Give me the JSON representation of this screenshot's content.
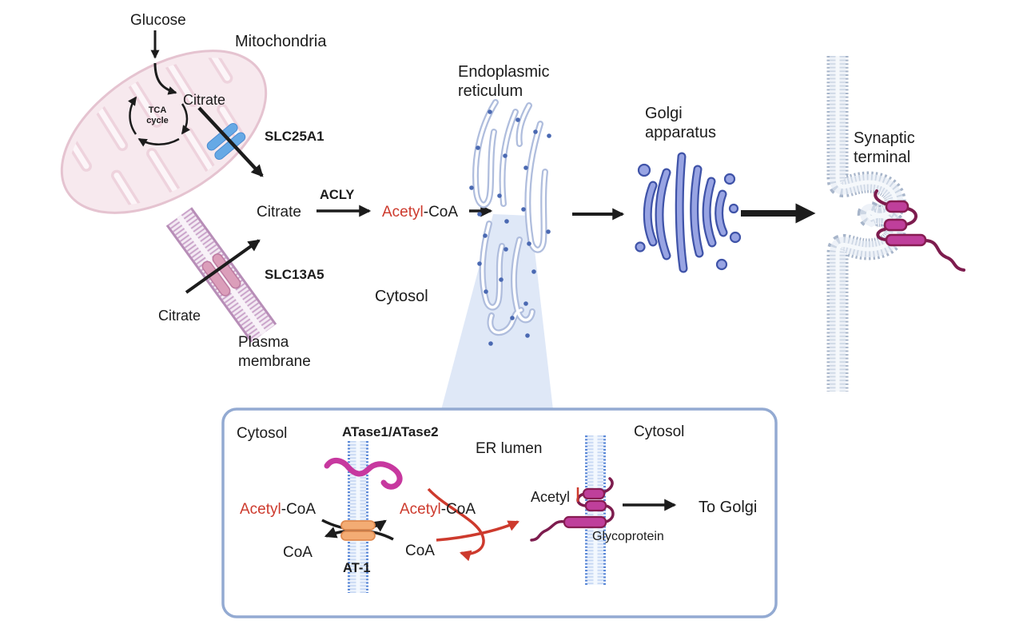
{
  "diagram": {
    "labels": {
      "glucose": "Glucose",
      "mitochondria": "Mitochondria",
      "tca_line1": "TCA",
      "tca_line2": "cycle",
      "citrate_mito": "Citrate",
      "slc25a1": "SLC25A1",
      "citrate_cytosol": "Citrate",
      "acly": "ACLY",
      "acetyl": "Acetyl",
      "coa_suffix": "-CoA",
      "cytosol": "Cytosol",
      "slc13a5": "SLC13A5",
      "citrate_plasma": "Citrate",
      "plasma_line1": "Plasma",
      "plasma_line2": "membrane",
      "er_line1": "Endoplasmic",
      "er_line2": "reticulum",
      "golgi_line1": "Golgi",
      "golgi_line2": "apparatus",
      "synaptic_line1": "Synaptic",
      "synaptic_line2": "terminal"
    },
    "inset": {
      "cytosol_left": "Cytosol",
      "atase": "ATase1/ATase2",
      "er_lumen": "ER lumen",
      "cytosol_right": "Cytosol",
      "acetyl": "Acetyl",
      "coa_suffix": "-CoA",
      "coa_left": "CoA",
      "coa_right": "CoA",
      "at1": "AT-1",
      "glyco_acetyl": "Acetyl",
      "glycoprotein": "Glycoprotein",
      "to_golgi": "To Golgi"
    },
    "colors": {
      "red": "#cd3a2d",
      "magenta_protein": "#bf3f9b",
      "squiggle_pink": "#c7389f",
      "maroon": "#7d1c4e",
      "transporter_blue": "#66a9e5",
      "transporter_orange": "#f3ac74",
      "transporter_pink": "#db9eba",
      "golgi_fill": "#98a4e3",
      "navy_text": "#3e4a68",
      "membrane_blue": "#5d8ad8",
      "box_border": "#93aad2"
    }
  }
}
